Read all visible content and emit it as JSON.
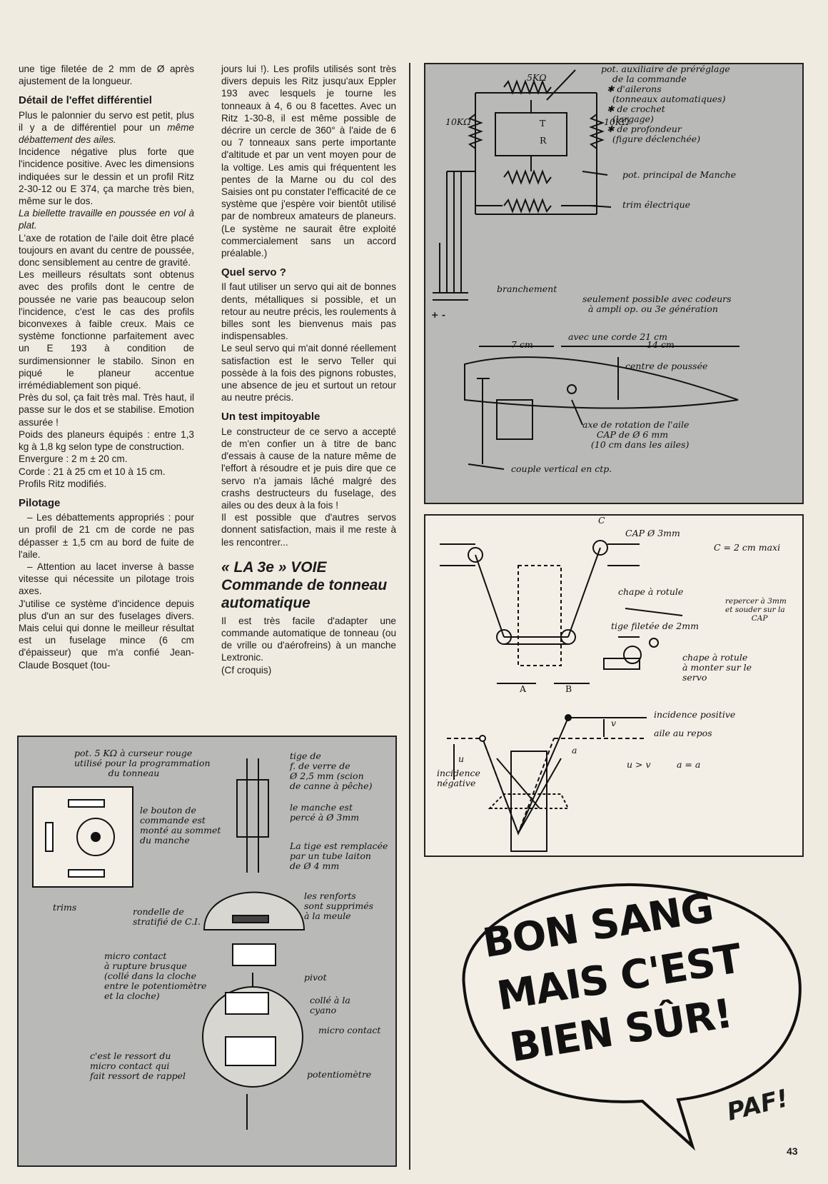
{
  "col1": {
    "p1": "une tige filetée de 2 mm de Ø après ajustement de la longueur.",
    "h_diff": "Détail de l'effet différentiel",
    "p2": "Plus le palonnier du servo est petit, plus il y a de différentiel pour un",
    "p2_it": "même débattement des ailes.",
    "p3": "Incidence négative plus forte que l'incidence positive. Avec les dimensions indiquées sur le dessin et un profil Ritz 2-30-12 ou E 374, ça marche très bien, même sur le dos.",
    "p4_it": "La biellette travaille en poussée en vol à plat.",
    "p5": "L'axe de rotation de l'aile doit être placé toujours en avant du centre de poussée, donc sensiblement au centre de gravité.",
    "p6": "Les meilleurs résultats sont obtenus avec des profils dont le centre de poussée ne varie pas beaucoup selon l'incidence, c'est le cas des profils biconvexes à faible creux. Mais ce système fonctionne parfaitement avec un E 193 à condition de surdimensionner le stabilo. Sinon en piqué le planeur accentue irrémédiablement son piqué.",
    "p7": "Près du sol, ça fait très mal. Très haut, il passe sur le dos et se stabilise. Emotion assurée !",
    "p8": "Poids des planeurs équipés : entre 1,3 kg à 1,8 kg selon type de construction.",
    "p9": "Envergure : 2 m ± 20 cm.",
    "p10": "Corde : 21 à 25 cm et 10 à 15 cm.",
    "p11": "Profils Ritz modifiés.",
    "h_pil": "Pilotage",
    "p12": "– Les débattements appropriés : pour un profil de 21 cm de corde ne pas dépasser ± 1,5 cm au bord de fuite de l'aile.",
    "p13": "– Attention au lacet inverse à basse vitesse qui nécessite un pilotage trois axes.",
    "p14": "J'utilise ce système d'incidence depuis plus d'un an sur des fuselages divers. Mais celui qui donne le meilleur résultat est un fuselage mince (6 cm d'épaisseur) que m'a confié Jean-Claude Bosquet (tou-"
  },
  "col2": {
    "p1": "jours lui !). Les profils utilisés sont très divers depuis les Ritz jusqu'aux Eppler 193 avec lesquels je tourne les tonneaux à 4, 6 ou 8 facettes. Avec un Ritz 1-30-8, il est même possible de décrire un cercle de 360° à l'aide de 6 ou 7 tonneaux sans perte importante d'altitude et par un vent moyen pour de la voltige. Les amis qui fréquentent les pentes de la Marne ou du col des Saisies ont pu constater l'efficacité de ce système que j'espère voir bientôt utilisé par de nombreux amateurs de planeurs. (Le système ne saurait être exploité commercialement sans un accord préalable.)",
    "h_servo": "Quel servo ?",
    "p2": "Il faut utiliser un servo qui ait de bonnes dents, métalliques si possible, et un retour au neutre précis, les roulements à billes sont les bienvenus mais pas indispensables.",
    "p3": "Le seul servo qui m'ait donné réellement satisfaction est le servo Teller qui possède à la fois des pignons robustes, une absence de jeu et surtout un retour au neutre précis.",
    "h_test": "Un test impitoyable",
    "p4": "Le constructeur de ce servo a accepté de m'en confier un à titre de banc d'essais à cause de la nature même de l'effort à résoudre et je puis dire que ce servo n'a jamais lâché malgré des crashs destructeurs du fuselage, des ailes ou des deux à la fois !",
    "p5": "Il est possible que d'autres servos donnent satisfaction, mais il me reste à les rencontrer...",
    "title": "« LA 3e » VOIE Commande de tonneau automatique",
    "p6": "Il est très facile d'adapter une commande automatique de tonneau (ou de vrille ou d'aérofreins) à un manche Lextronic.",
    "p7": "(Cf croquis)"
  },
  "fig1": {
    "r5k": "5KΩ",
    "r10k_left": "10KΩ",
    "r10k_right": "10KΩ",
    "t": "T",
    "r": "R",
    "pot_aux": "pot. auxiliaire de préréglage\n    de la commande\n  ✱ d'ailerons\n    (tonneaux automatiques)\n  ✱ de crochet\n    (largage)\n  ✱ de profondeur\n    (figure déclenchée)",
    "pot_principal": "pot. principal de Manche",
    "trim": "trim électrique",
    "branchement": "branchement",
    "codeurs": "seulement possible avec codeurs\n  à ampli op. ou 3e génération",
    "pins": "+ -",
    "corde": "avec une corde 21 cm",
    "d7": "7 cm",
    "d14": "14 cm",
    "centre": "centre de poussée",
    "axe": "axe de rotation de l'aile\n     CAP de Ø 6 mm\n   (10 cm dans les ailes)",
    "couple": "couple vertical en ctp."
  },
  "fig2": {
    "c": "C",
    "cap3": "CAP Ø 3mm",
    "cmaxi": "C = 2 cm maxi",
    "chape": "chape à rotule",
    "reperce": "repercer à 3mm\net souder sur la\n           CAP",
    "tige": "tige filetée de 2mm",
    "chape2": "chape à rotule\nà monter sur le\nservo",
    "a": "A",
    "b": "B",
    "inc_pos": "incidence positive",
    "aile_repos": "aile au repos",
    "v": "v",
    "u": "u",
    "inc_neg": "incidence\nnégative",
    "uv": "u > v",
    "aa": "a = a",
    "la": "a"
  },
  "fig3": {
    "pot5k": "pot. 5 KΩ à curseur rouge\nutilisé pour la programmation\n            du tonneau",
    "bouton": "le bouton de\ncommande est\nmonté au sommet\ndu manche",
    "trims": "trims",
    "tige_verre": "tige de\nf. de verre de\nØ 2,5 mm (scion\nde canne à pêche)",
    "perce": "le manche est\npercé à Ø 3mm",
    "tube": "La tige est remplacée\npar un tube laiton\nde Ø 4 mm",
    "renforts": "les renforts\nsont supprimés\nà la meule",
    "rondelle": "rondelle de\nstratifié de C.I.",
    "micro": "micro contact\nà rupture brusque\n(collé dans la cloche\nentre le potentiomètre\net la cloche)",
    "pivot": "pivot",
    "colle": "collé à la\ncyano",
    "micro2": "micro contact",
    "ressort": "c'est le ressort du\nmicro contact qui\nfait ressort de rappel",
    "potentiometre": "potentiomètre"
  },
  "bubble": {
    "l1": "BON SANG",
    "l2": "MAIS C'EST",
    "l3": "BIEN SÛR!",
    "paf": "PAF!"
  },
  "page_number": "43"
}
